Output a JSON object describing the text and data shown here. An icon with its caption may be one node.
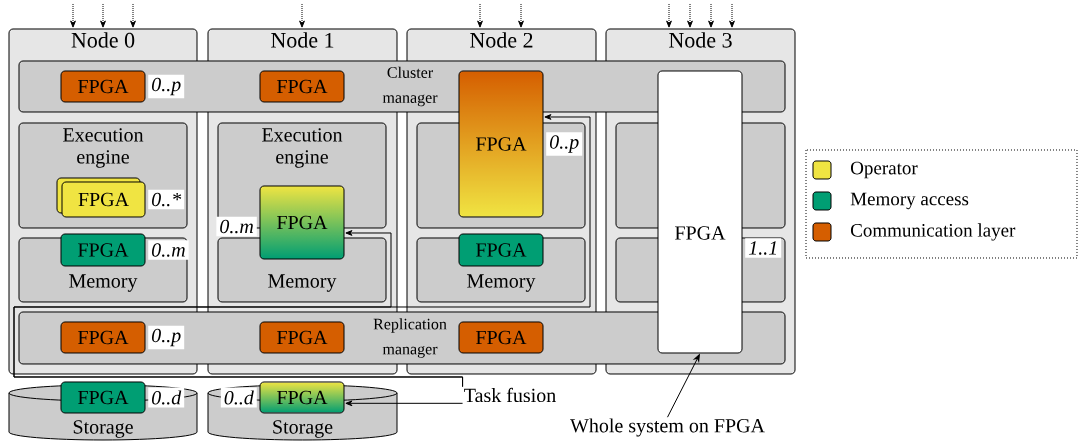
{
  "diagram": {
    "nodes": [
      {
        "text": [
          "Node 0"
        ]
      },
      {
        "text": [
          "Node 1"
        ]
      },
      {
        "text": [
          "Node 2"
        ]
      },
      {
        "text": [
          "Node 3"
        ]
      },
      {
        "text": [
          "Cluster manager"
        ]
      },
      {
        "text": [
          "FPGA"
        ],
        "beside": [
          "0..p"
        ]
      },
      {
        "text": [
          "FPGA"
        ]
      },
      {
        "text": [
          "Execution engine"
        ],
        "in": 0
      },
      {
        "text": [
          "FPGA"
        ],
        "in": 7,
        "beside": [
          "0..*"
        ]
      },
      {
        "text": [
          "Memory"
        ],
        "in": 0
      },
      {
        "text": [
          "FPGA"
        ],
        "in": 9,
        "beside": [
          "0..m"
        ]
      },
      {
        "text": [
          "Execution engine"
        ],
        "in": 1
      },
      {
        "text": [
          "Memory"
        ],
        "in": 1
      },
      {
        "text": [
          "FPGA"
        ],
        "in": 1,
        "beside": [
          "0..m"
        ]
      },
      {
        "text": [],
        "shape": "box",
        "in": 2
      },
      {
        "text": [
          "Memory"
        ],
        "in": 2
      },
      {
        "text": [
          "FPGA"
        ],
        "in": 15
      },
      {
        "text": [
          "FPGA"
        ],
        "in": 2,
        "beside": [
          "0..p"
        ]
      },
      {
        "text": [],
        "shape": "box",
        "in": 3
      },
      {
        "text": [],
        "shape": "box",
        "in": 3
      },
      {
        "text": [
          "Replication manager"
        ]
      },
      {
        "text": [
          "FPGA"
        ],
        "beside": [
          "0..p"
        ]
      },
      {
        "text": [
          "FPGA"
        ]
      },
      {
        "text": [
          "FPGA"
        ]
      },
      {
        "text": [
          "FPGA"
        ],
        "in": 3,
        "beside": [
          "1..1"
        ]
      },
      {
        "text": [
          "Storage"
        ]
      },
      {
        "text": [
          "FPGA"
        ],
        "in": 25,
        "beside": [
          "0..d"
        ]
      },
      {
        "text": [
          "Storage"
        ]
      },
      {
        "text": [
          "FPGA"
        ],
        "in": 27,
        "beside": [
          "0..d"
        ]
      },
      {
        "text": [
          "Task fusion"
        ]
      },
      {
        "text": [
          "Whole system on FPGA"
        ]
      }
    ],
    "edges": [
      {
        "from": null,
        "to": 0,
        "arrow": "to",
        "style": "dashed"
      },
      {
        "from": null,
        "to": 0,
        "arrow": "to",
        "style": "dashed"
      },
      {
        "from": null,
        "to": 0,
        "arrow": "to",
        "style": "dashed"
      },
      {
        "from": null,
        "to": 1,
        "arrow": "to",
        "style": "dashed"
      },
      {
        "from": null,
        "to": 2,
        "arrow": "to",
        "style": "dashed"
      },
      {
        "from": null,
        "to": 2,
        "arrow": "to",
        "style": "dashed"
      },
      {
        "from": null,
        "to": 3,
        "arrow": "to",
        "style": "dashed"
      },
      {
        "from": null,
        "to": 3,
        "arrow": "to",
        "style": "dashed"
      },
      {
        "from": null,
        "to": 3,
        "arrow": "to",
        "style": "dashed"
      },
      {
        "from": null,
        "to": 3,
        "arrow": "to",
        "style": "dashed"
      },
      {
        "from": 29,
        "to": 13,
        "arrow": "to"
      },
      {
        "from": 29,
        "to": 17,
        "arrow": "to"
      },
      {
        "from": 29,
        "to": 28,
        "arrow": "to"
      },
      {
        "from": 30,
        "to": 24,
        "arrow": "to"
      }
    ],
    "legend": [
      {
        "text": "Operator",
        "color": "#f0e442"
      },
      {
        "text": "Memory access",
        "color": "#009e73"
      },
      {
        "text": "Communication layer",
        "color": "#d55e00"
      }
    ]
  }
}
